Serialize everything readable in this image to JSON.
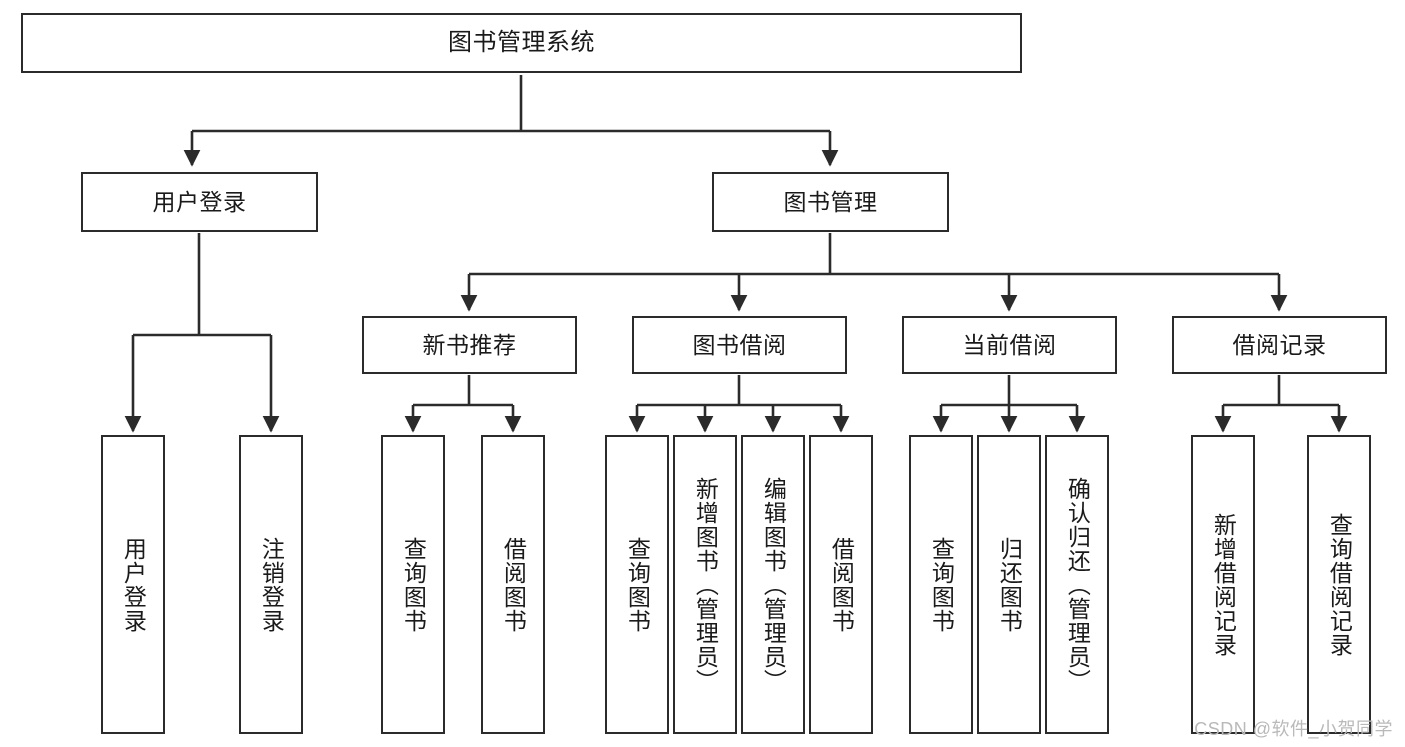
{
  "diagram": {
    "title": "图书管理系统",
    "type": "tree-hierarchy",
    "stroke_color": "#2b2b2b",
    "fill_color": "#ffffff",
    "text_color": "#1a1a1a",
    "watermark": "CSDN @软件_小贺同学",
    "levels": {
      "root": {
        "label": "图书管理系统"
      },
      "level2": [
        {
          "label": "用户登录"
        },
        {
          "label": "图书管理"
        }
      ],
      "level3": [
        {
          "label": "新书推荐"
        },
        {
          "label": "图书借阅"
        },
        {
          "label": "当前借阅"
        },
        {
          "label": "借阅记录"
        }
      ],
      "leaves": {
        "user_login": [
          {
            "label": "用户登录"
          },
          {
            "label": "注销登录"
          }
        ],
        "new_book_recommend": [
          {
            "label": "查询图书"
          },
          {
            "label": "借阅图书"
          }
        ],
        "book_borrow": [
          {
            "label": "查询图书"
          },
          {
            "label": "新增图书（管理员）"
          },
          {
            "label": "编辑图书（管理员）"
          },
          {
            "label": "借阅图书"
          }
        ],
        "current_borrow": [
          {
            "label": "查询图书"
          },
          {
            "label": "归还图书"
          },
          {
            "label": "确认归还（管理员）"
          }
        ],
        "borrow_record": [
          {
            "label": "新增借阅记录"
          },
          {
            "label": "查询借阅记录"
          }
        ]
      }
    }
  }
}
